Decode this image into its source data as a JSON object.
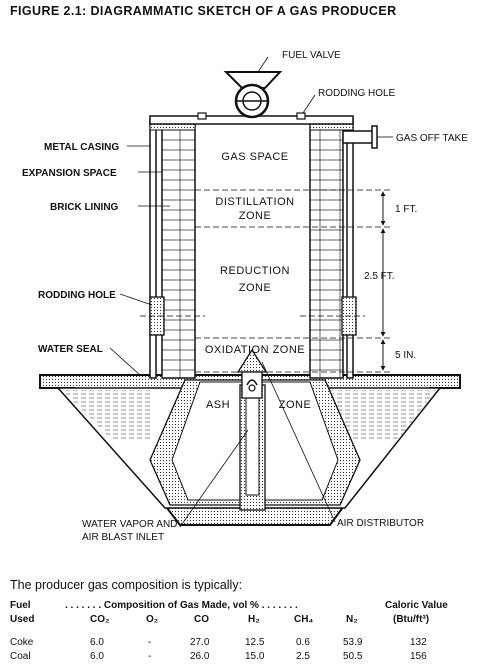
{
  "figure_title": "FIGURE 2.1:  DIAGRAMMATIC SKETCH OF A GAS PRODUCER",
  "labels": {
    "fuel_valve": "FUEL VALVE",
    "rodding_hole_top": "RODDING HOLE",
    "gas_off_take": "GAS OFF TAKE",
    "metal_casing": "METAL CASING",
    "expansion_space": "EXPANSION SPACE",
    "brick_lining": "BRICK LINING",
    "rodding_hole_side": "RODDING HOLE",
    "water_seal": "WATER SEAL",
    "water_vapor_line1": "WATER VAPOR AND",
    "water_vapor_line2": "AIR BLAST INLET",
    "air_distributor": "AIR DISTRIBUTOR"
  },
  "zones": {
    "gas_space": "GAS SPACE",
    "distillation_line1": "DISTILLATION",
    "distillation_line2": "ZONE",
    "reduction_line1": "REDUCTION",
    "reduction_line2": "ZONE",
    "oxidation": "OXIDATION ZONE",
    "ash": "ASH",
    "ash_zone": "ZONE"
  },
  "dimensions": {
    "distillation": "1 FT.",
    "reduction": "2.5 FT.",
    "oxidation": "5 IN."
  },
  "composition": {
    "intro": "The producer gas composition is typically:",
    "header_fuel_line1": "Fuel",
    "header_fuel_line2": "Used",
    "header_group": ". . . . . . . Composition of Gas Made, vol % . . . . . . .",
    "header_caloric_line1": "Caloric Value",
    "header_caloric_line2": "(Btu/ft³)",
    "columns": [
      "CO₂",
      "O₂",
      "CO",
      "H₂",
      "CH₄",
      "N₂"
    ],
    "rows": [
      {
        "fuel": "Coke",
        "co2": "6.0",
        "o2": "-",
        "co": "27.0",
        "h2": "12.5",
        "ch4": "0.6",
        "n2": "53.9",
        "cv": "132"
      },
      {
        "fuel": "Coal",
        "co2": "6.0",
        "o2": "-",
        "co": "26.0",
        "h2": "15.0",
        "ch4": "2.5",
        "n2": "50.5",
        "cv": "156"
      }
    ]
  }
}
